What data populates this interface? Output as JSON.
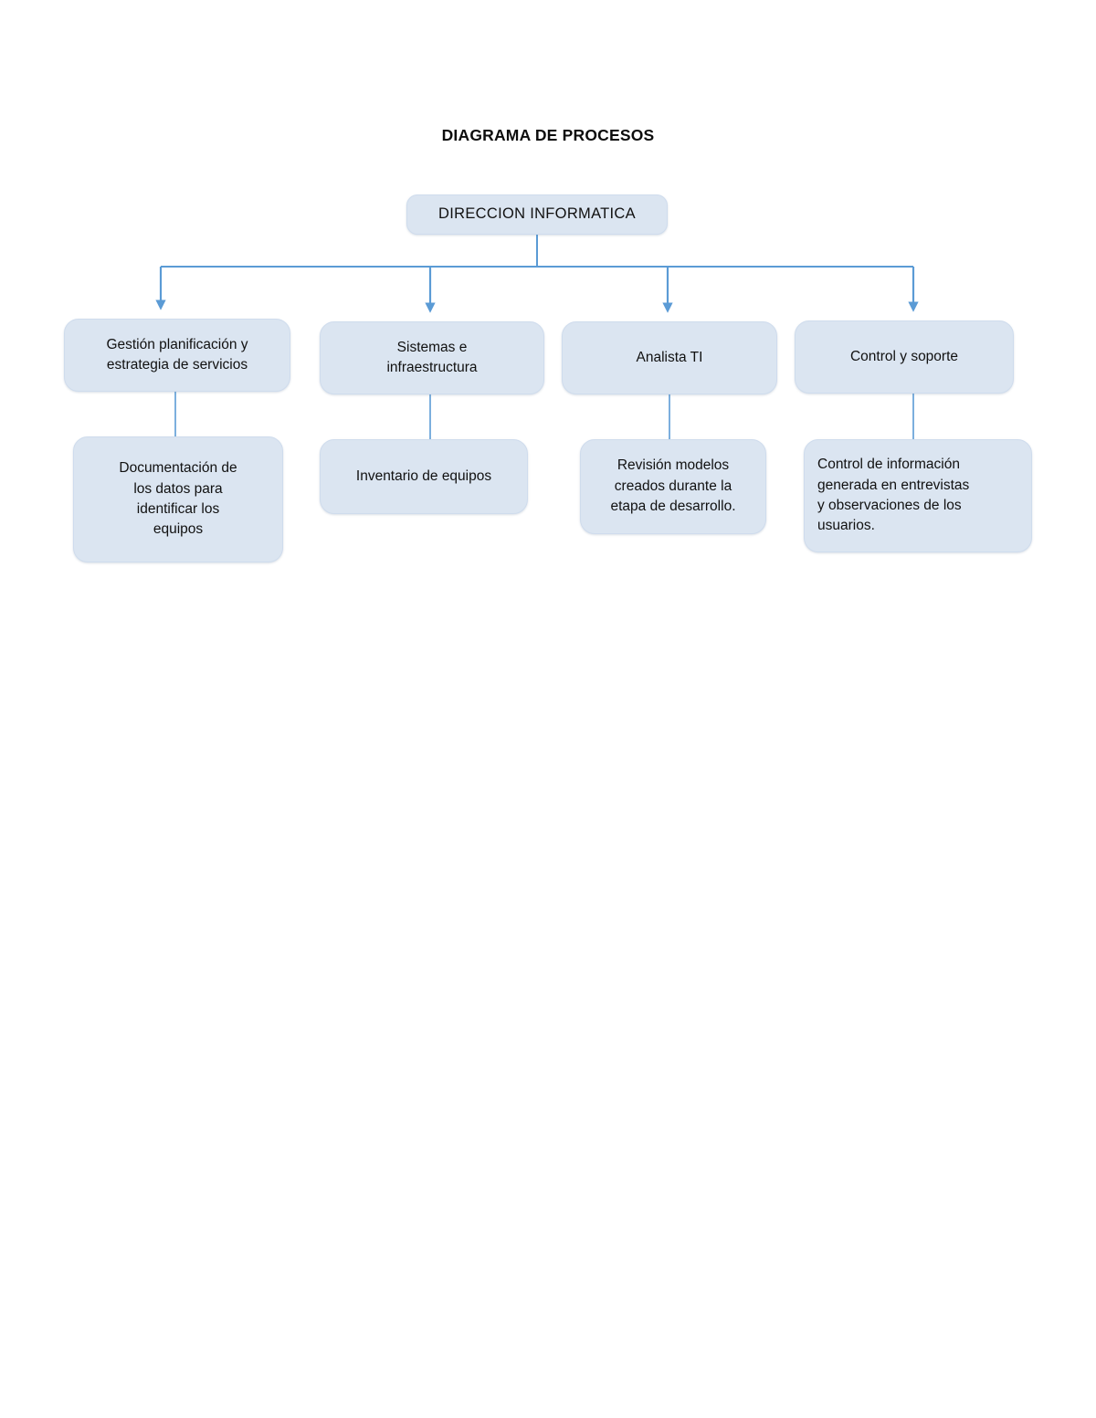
{
  "page": {
    "title": "DIAGRAMA DE PROCESOS",
    "background_color": "#ffffff"
  },
  "theme": {
    "node_fill": "#dbe5f1",
    "node_border": "#cfdced",
    "connector_color": "#5b9bd5",
    "text_color": "#111111",
    "title_color": "#0d0d0d"
  },
  "chart_data": {
    "type": "diagram",
    "title": "DIAGRAMA DE PROCESOS",
    "layout": "top-down organizational tree",
    "root": "DIRECCION INFORMATICA",
    "levels": 3
  },
  "diagram": {
    "root": {
      "label": "DIRECCION INFORMATICA"
    },
    "branches": [
      {
        "label": "Gestión planificación y\nestrategia de servicios",
        "child": "Documentación de\nlos datos para\nidentificar los\nequipos"
      },
      {
        "label": "Sistemas e\ninfraestructura",
        "child": "Inventario de equipos"
      },
      {
        "label": "Analista TI",
        "child": "Revisión modelos\ncreados durante la\netapa de desarrollo."
      },
      {
        "label": "Control y soporte",
        "child": "Control de información\ngenerada en entrevistas\ny observaciones de los\nusuarios."
      }
    ]
  }
}
